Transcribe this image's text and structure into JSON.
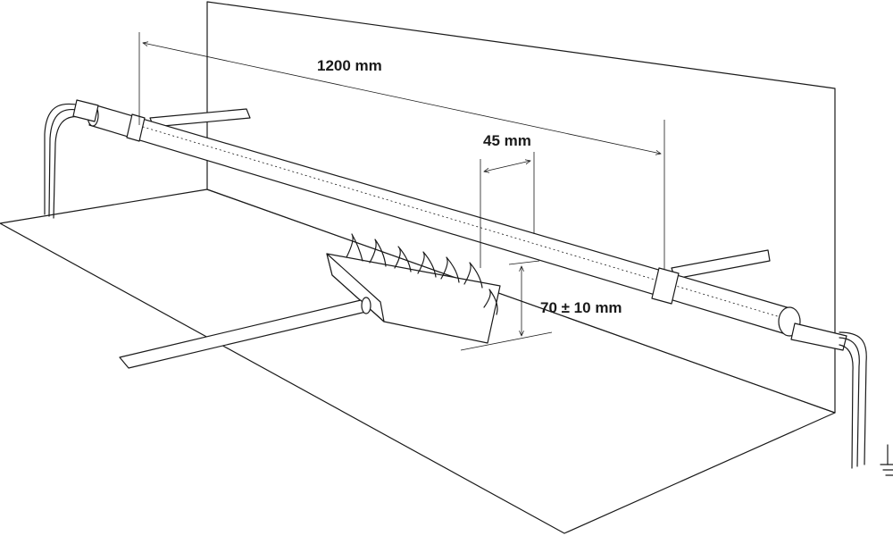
{
  "dimensions": {
    "length": "1200 mm",
    "clearance": "45 mm",
    "height": "70 ± 10 mm"
  },
  "colors": {
    "stroke": "#1a1a1a",
    "background": "#ffffff"
  },
  "icons": {
    "ground": "ground-symbol-icon"
  }
}
